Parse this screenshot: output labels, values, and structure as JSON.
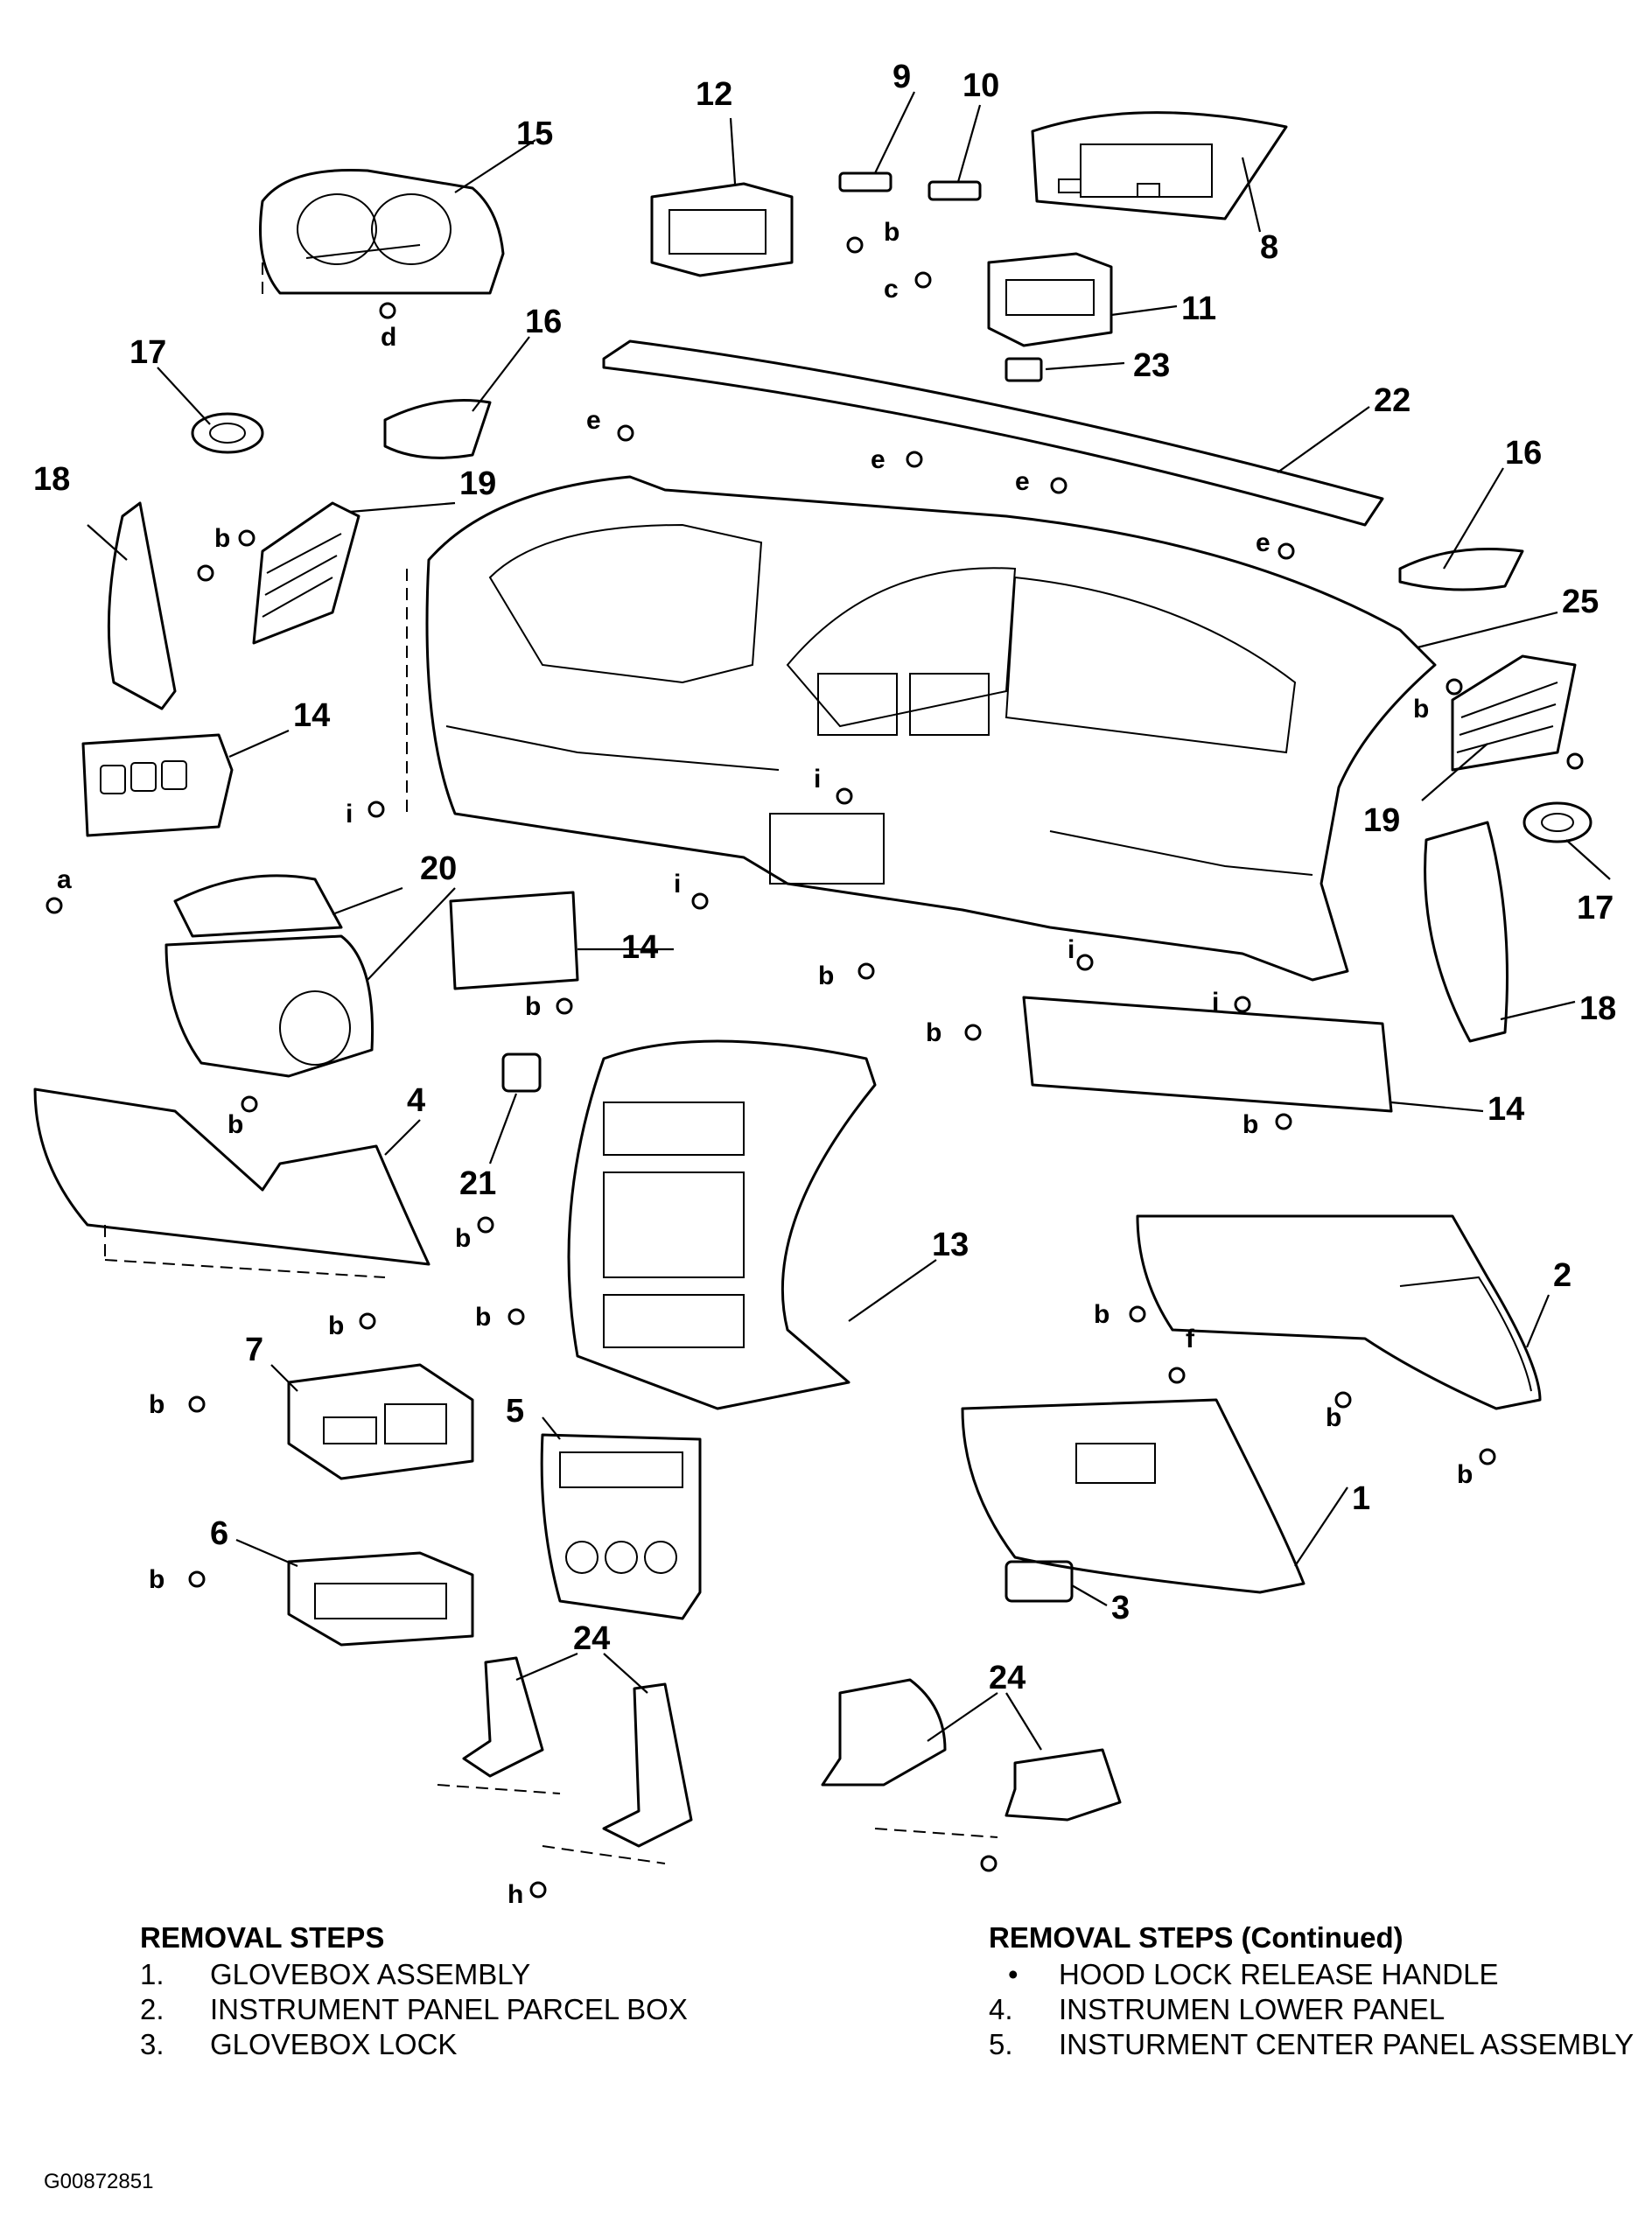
{
  "callouts": {
    "c1": "1",
    "c2": "2",
    "c3": "3",
    "c4": "4",
    "c5": "5",
    "c6": "6",
    "c7": "7",
    "c8": "8",
    "c9": "9",
    "c10": "10",
    "c11": "11",
    "c12": "12",
    "c13": "13",
    "c14a": "14",
    "c14b": "14",
    "c14c": "14",
    "c15": "15",
    "c16a": "16",
    "c16b": "16",
    "c17a": "17",
    "c17b": "17",
    "c18a": "18",
    "c18b": "18",
    "c19a": "19",
    "c19b": "19",
    "c20": "20",
    "c21": "21",
    "c22": "22",
    "c23": "23",
    "c24a": "24",
    "c24b": "24",
    "c25": "25"
  },
  "fasteners": {
    "a": "a",
    "b1": "b",
    "b2": "b",
    "b3": "b",
    "b4": "b",
    "b5": "b",
    "b6": "b",
    "b7": "b",
    "b8": "b",
    "b9": "b",
    "b10": "b",
    "b11": "b",
    "b12": "b",
    "b13": "b",
    "b14": "b",
    "b15": "b",
    "b16": "b",
    "c": "c",
    "d": "d",
    "e1": "e",
    "e2": "e",
    "e3": "e",
    "e4": "e",
    "f": "f",
    "h": "h",
    "i1": "i",
    "i2": "i",
    "i3": "i",
    "i4": "i",
    "i5": "i"
  },
  "removal_steps": {
    "heading": "REMOVAL STEPS",
    "items": [
      {
        "num": "1.",
        "text": "GLOVEBOX ASSEMBLY"
      },
      {
        "num": "2.",
        "text": "INSTRUMENT PANEL PARCEL BOX"
      },
      {
        "num": "3.",
        "text": "GLOVEBOX LOCK"
      }
    ]
  },
  "removal_steps_continued": {
    "heading": "REMOVAL STEPS (Continued)",
    "items": [
      {
        "num": "•",
        "text": "HOOD LOCK RELEASE HANDLE"
      },
      {
        "num": "4.",
        "text": "INSTRUMEN LOWER PANEL"
      },
      {
        "num": "5.",
        "text": "INSTURMENT CENTER PANEL ASSEMBLY"
      }
    ]
  },
  "figure_id": "G00872851"
}
